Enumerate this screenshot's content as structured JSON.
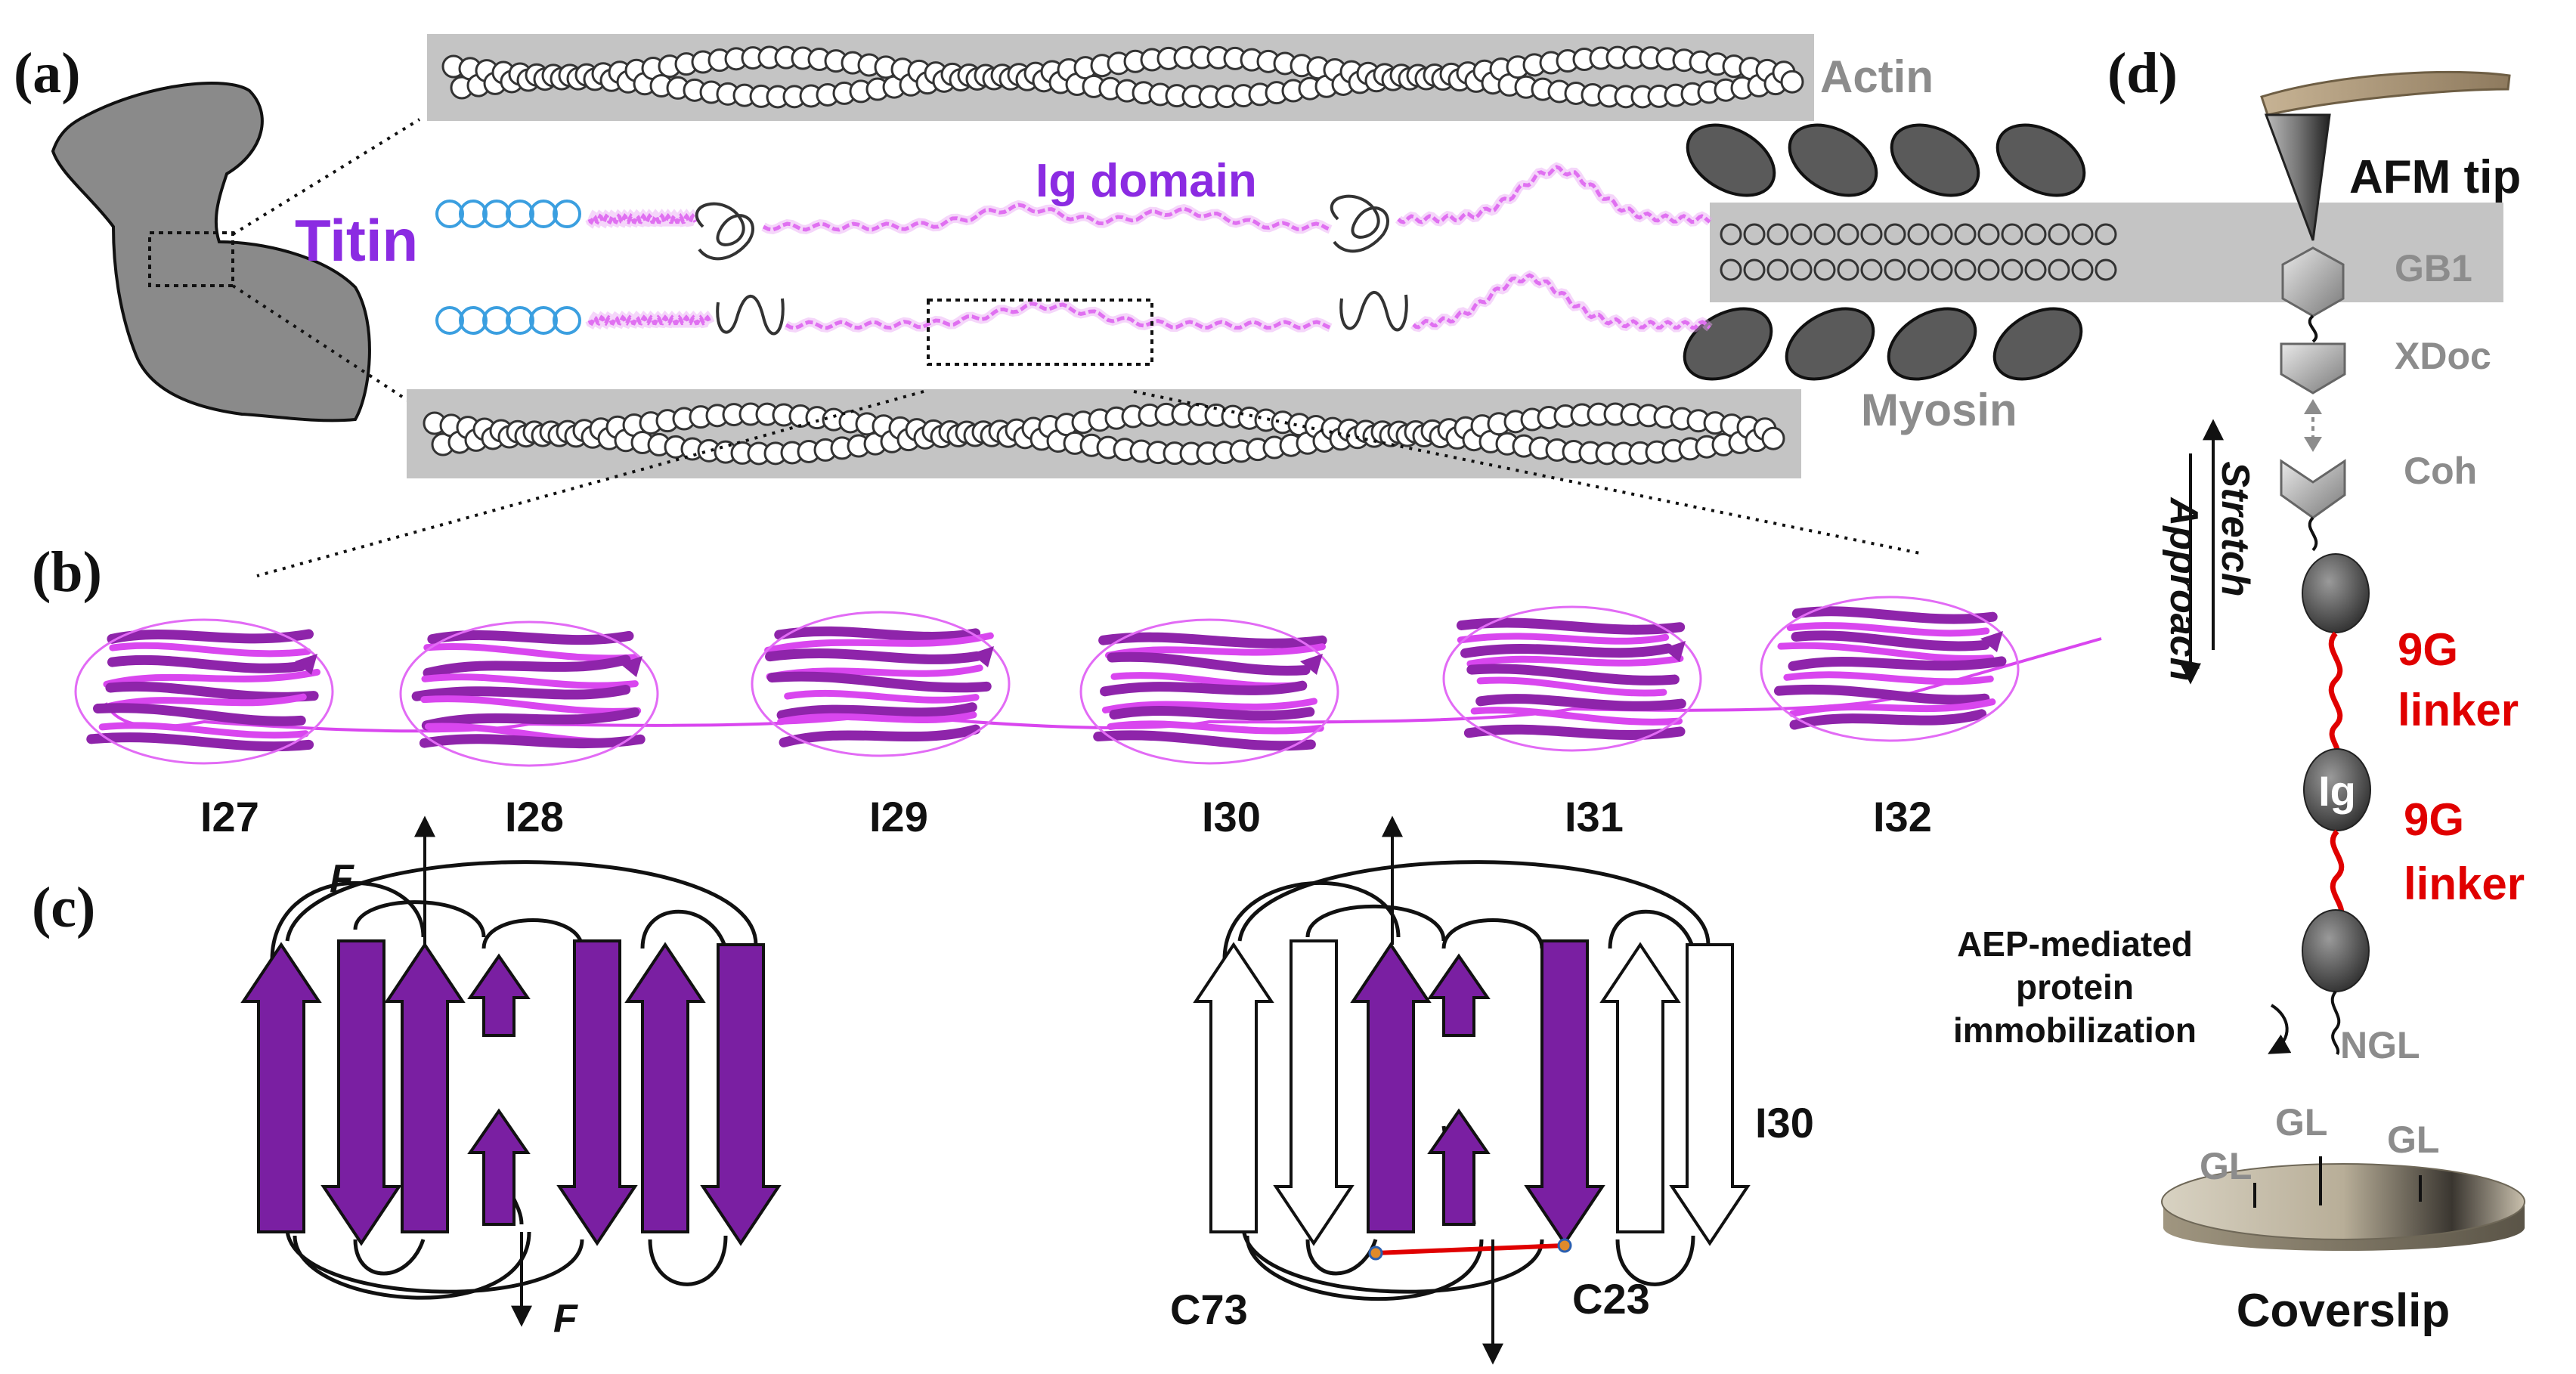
{
  "panels": {
    "a": "(a)",
    "b": "(b)",
    "c": "(c)",
    "d": "(d)"
  },
  "panel_a": {
    "actin": "Actin",
    "myosin": "Myosin",
    "titin": "Titin",
    "ig_domain": "Ig domain"
  },
  "panel_b": {
    "domains": [
      "I27",
      "I28",
      "I29",
      "I30",
      "I31",
      "I32"
    ]
  },
  "panel_c": {
    "force_label": "F",
    "i30": "I30",
    "c73": "C73",
    "c23": "C23"
  },
  "panel_d": {
    "afm_tip": "AFM tip",
    "gb1": "GB1",
    "xdoc": "XDoc",
    "coh": "Coh",
    "stretch": "Stretch",
    "approach": "Approach",
    "linker_9g": "9G",
    "linker_word": "linker",
    "ig": "Ig",
    "aep_1": "AEP-mediated",
    "aep_2": "protein",
    "aep_3": "immobilization",
    "ngl": "NGL",
    "gl": "GL",
    "coverslip": "Coverslip"
  },
  "colors": {
    "purple": "#7a1fa2",
    "ig_purple": "#8b2be2",
    "magenta": "#d946ef",
    "cyan": "#3b9fe0",
    "red": "#e00000",
    "gray_text": "#8c8c8c",
    "filament_gray": "#c4c4c4",
    "muscle_gray": "#8a8a8a"
  }
}
